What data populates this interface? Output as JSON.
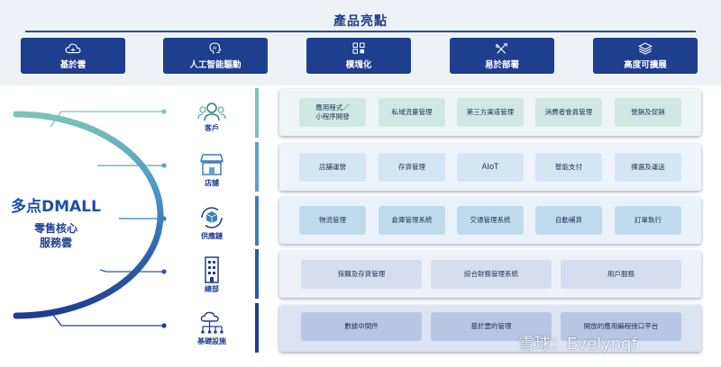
{
  "header": {
    "title": "產品亮點"
  },
  "features": [
    {
      "label": "基於雲",
      "icon": "cloud-icon"
    },
    {
      "label": "人工智能驅動",
      "icon": "ai-head-icon"
    },
    {
      "label": "模塊化",
      "icon": "modules-icon"
    },
    {
      "label": "易於部署",
      "icon": "tools-icon"
    },
    {
      "label": "高度可擴展",
      "icon": "layers-icon"
    }
  ],
  "core": {
    "brand": "多点DMALL",
    "line1": "零售核心",
    "line2": "服務雲"
  },
  "layers": [
    {
      "label": "客戶",
      "icon": "customer-icon",
      "bar_color": "#7cc3b6",
      "chips": [
        "應用程式／\n小程序開發",
        "私域流量管理",
        "第三方渠道管理",
        "消費者會員管理",
        "營銷及促銷"
      ]
    },
    {
      "label": "店舖",
      "icon": "store-icon",
      "bar_color": "#5ba3c9",
      "chips": [
        "店舖運營",
        "存貨管理",
        "AIoT",
        "智能支付",
        "揀選及運送"
      ]
    },
    {
      "label": "供應鏈",
      "icon": "supply-chain-icon",
      "bar_color": "#3a7fba",
      "chips": [
        "物流管理",
        "倉庫管理系統",
        "交通管理系統",
        "自動補貨",
        "訂單執行"
      ]
    },
    {
      "label": "總部",
      "icon": "headquarters-icon",
      "bar_color": "#2a5a9e",
      "chips": [
        "採購及存貨管理",
        "綜合財務管理系統",
        "用戶服務"
      ]
    },
    {
      "label": "基礎設施",
      "icon": "infrastructure-icon",
      "bar_color": "#1e3e8e",
      "chips": [
        "數據中間件",
        "基於雲的管理",
        "開放的應用編程接口平台"
      ]
    }
  ],
  "colors": {
    "navy": "#1e3e8e",
    "teal": "#7cc3b6"
  },
  "watermark": "雪球：Evelynqf"
}
